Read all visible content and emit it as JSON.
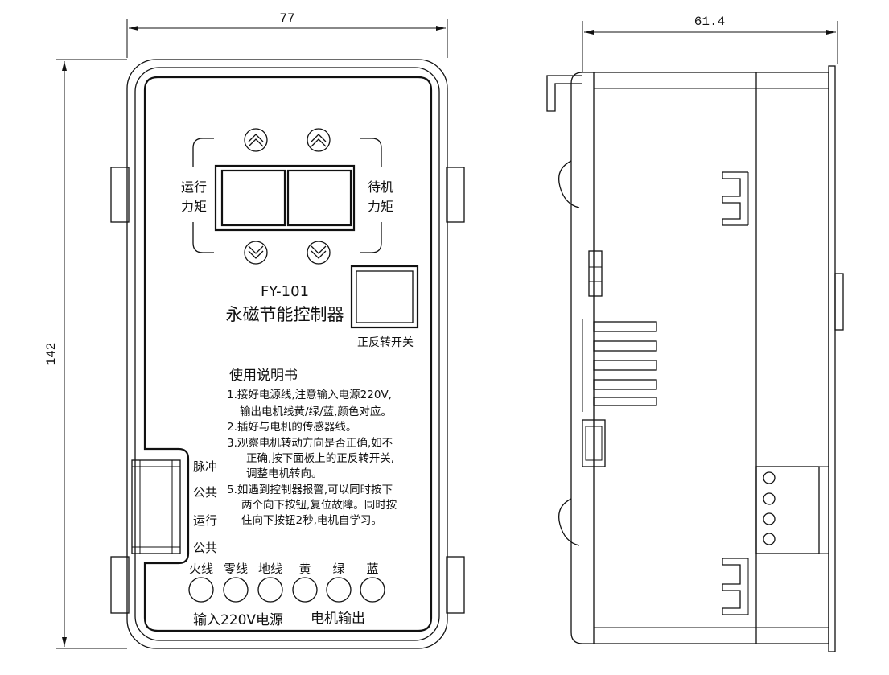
{
  "dimensions": {
    "front_width": "77",
    "side_width": "61.4",
    "height": "142"
  },
  "panel": {
    "model": "FY-101",
    "product_name": "永磁节能控制器",
    "left_display_label": [
      "运行",
      "力矩"
    ],
    "right_display_label": [
      "待机",
      "力矩"
    ],
    "switch_label": "正反转开关"
  },
  "signal_terminals": [
    "脉冲",
    "公共",
    "运行",
    "公共"
  ],
  "power_terminals": [
    "火线",
    "零线",
    "地线",
    "黄",
    "绿",
    "蓝"
  ],
  "bottom_labels": {
    "input": "输入220V电源",
    "output": "电机输出"
  },
  "instructions": {
    "heading": "使用说明书",
    "lines": [
      "1.接好电源线,注意输入电源220V,",
      "输出电机线黄/绿/蓝,颜色对应。",
      "2.插好与电机的传感器线。",
      "3.观察电机转动方向是否正确,如不",
      "正确,按下面板上的正反转开关,",
      "调整电机转向。",
      "5.如遇到控制器报警,可以同时按下",
      "两个向下按钮,复位故障。同时按",
      "住向下按钮2秒,电机自学习。"
    ]
  }
}
